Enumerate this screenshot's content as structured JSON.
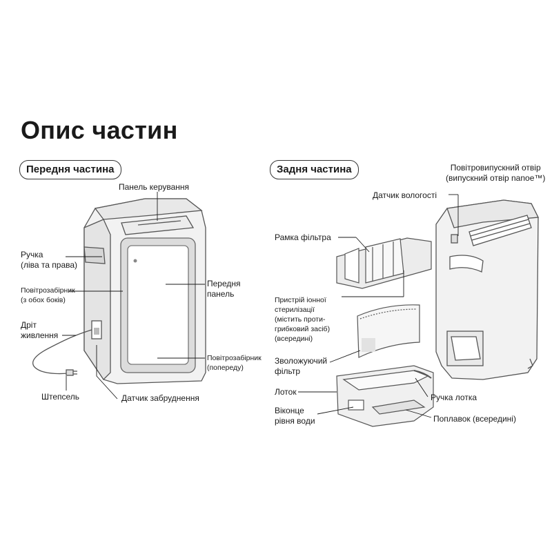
{
  "title": "Опис частин",
  "front": {
    "section": "Передня частина",
    "labels": {
      "control_panel": "Панель керування",
      "handle": [
        "Ручка",
        "(ліва та права)"
      ],
      "side_intake": [
        "Повітрозабірник",
        "(з обох боків)"
      ],
      "power_cord": [
        "Дріт",
        "живлення"
      ],
      "plug": "Штепсель",
      "front_panel": [
        "Передня",
        "панель"
      ],
      "front_intake": [
        "Повітрозабірник",
        "(попереду)"
      ],
      "dirt_sensor": "Датчик забруднення"
    }
  },
  "rear": {
    "section": "Задня частина",
    "labels": {
      "outlet": [
        "Повітровипускний отвір",
        "(випускний отвір nanoe™)"
      ],
      "humidity_sensor": "Датчик вологості",
      "filter_frame": "Рамка фільтра",
      "ion_device": [
        "Пристрій іонної",
        "стерилізації",
        "(містить проти-",
        "грибковий засіб)",
        "(всередині)"
      ],
      "humidifying_filter": [
        "Зволожуючий",
        "фільтр"
      ],
      "tray": "Лоток",
      "tray_handle": "Ручка лотка",
      "water_window": [
        "Віконце",
        "рівня води"
      ],
      "float": "Поплавок (всередині)"
    }
  }
}
